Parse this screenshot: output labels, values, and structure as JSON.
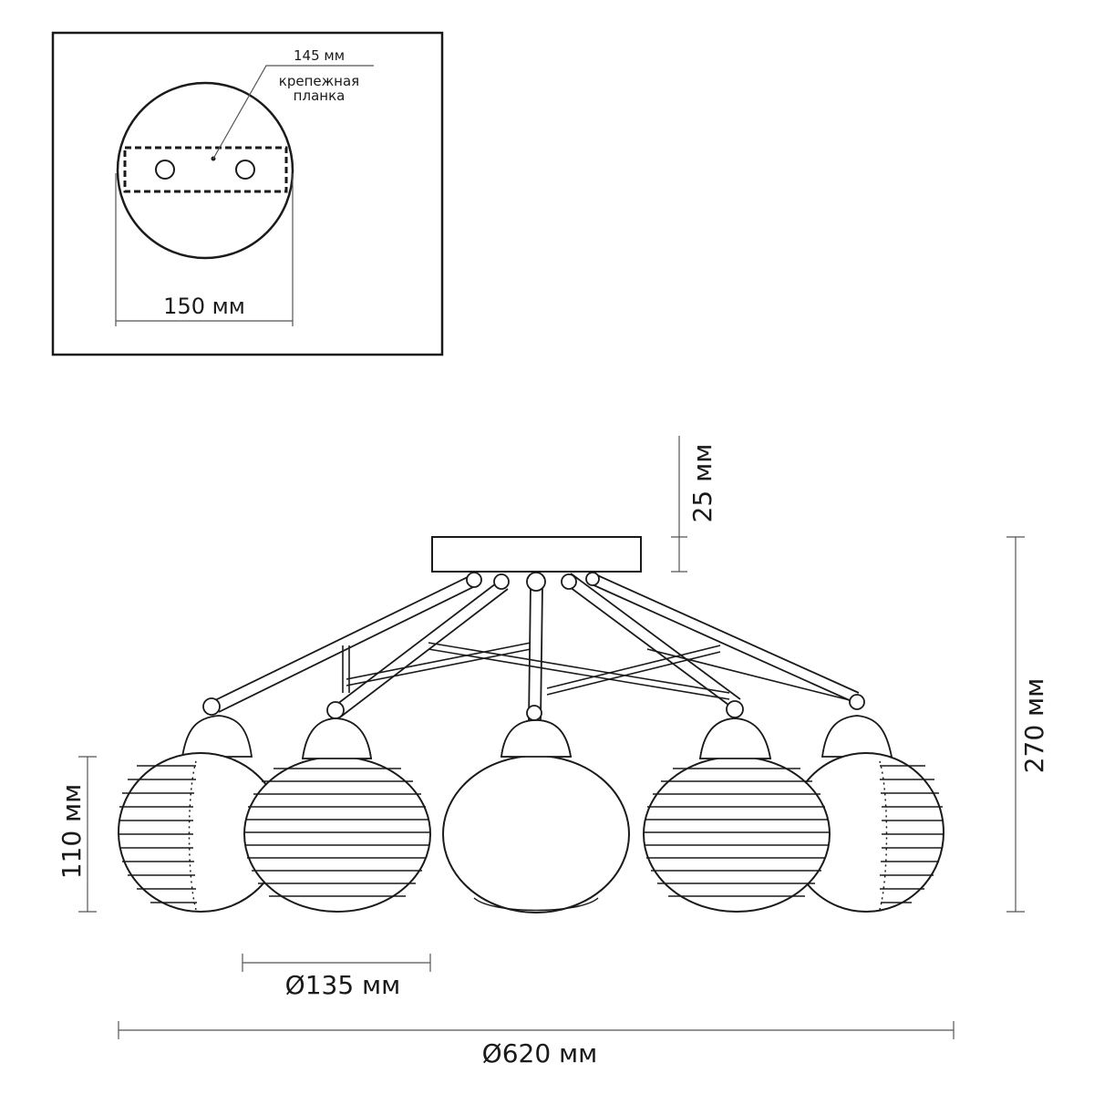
{
  "inset": {
    "plate_width_label": "145 мм",
    "bracket_label_line1": "крепежная",
    "bracket_label_line2": "планка",
    "base_diameter_label": "150 мм"
  },
  "dimensions": {
    "canopy_height": "25 мм",
    "total_height": "270 мм",
    "shade_height": "110 мм",
    "shade_diameter": "Ø135 мм",
    "total_diameter": "Ø620 мм"
  }
}
